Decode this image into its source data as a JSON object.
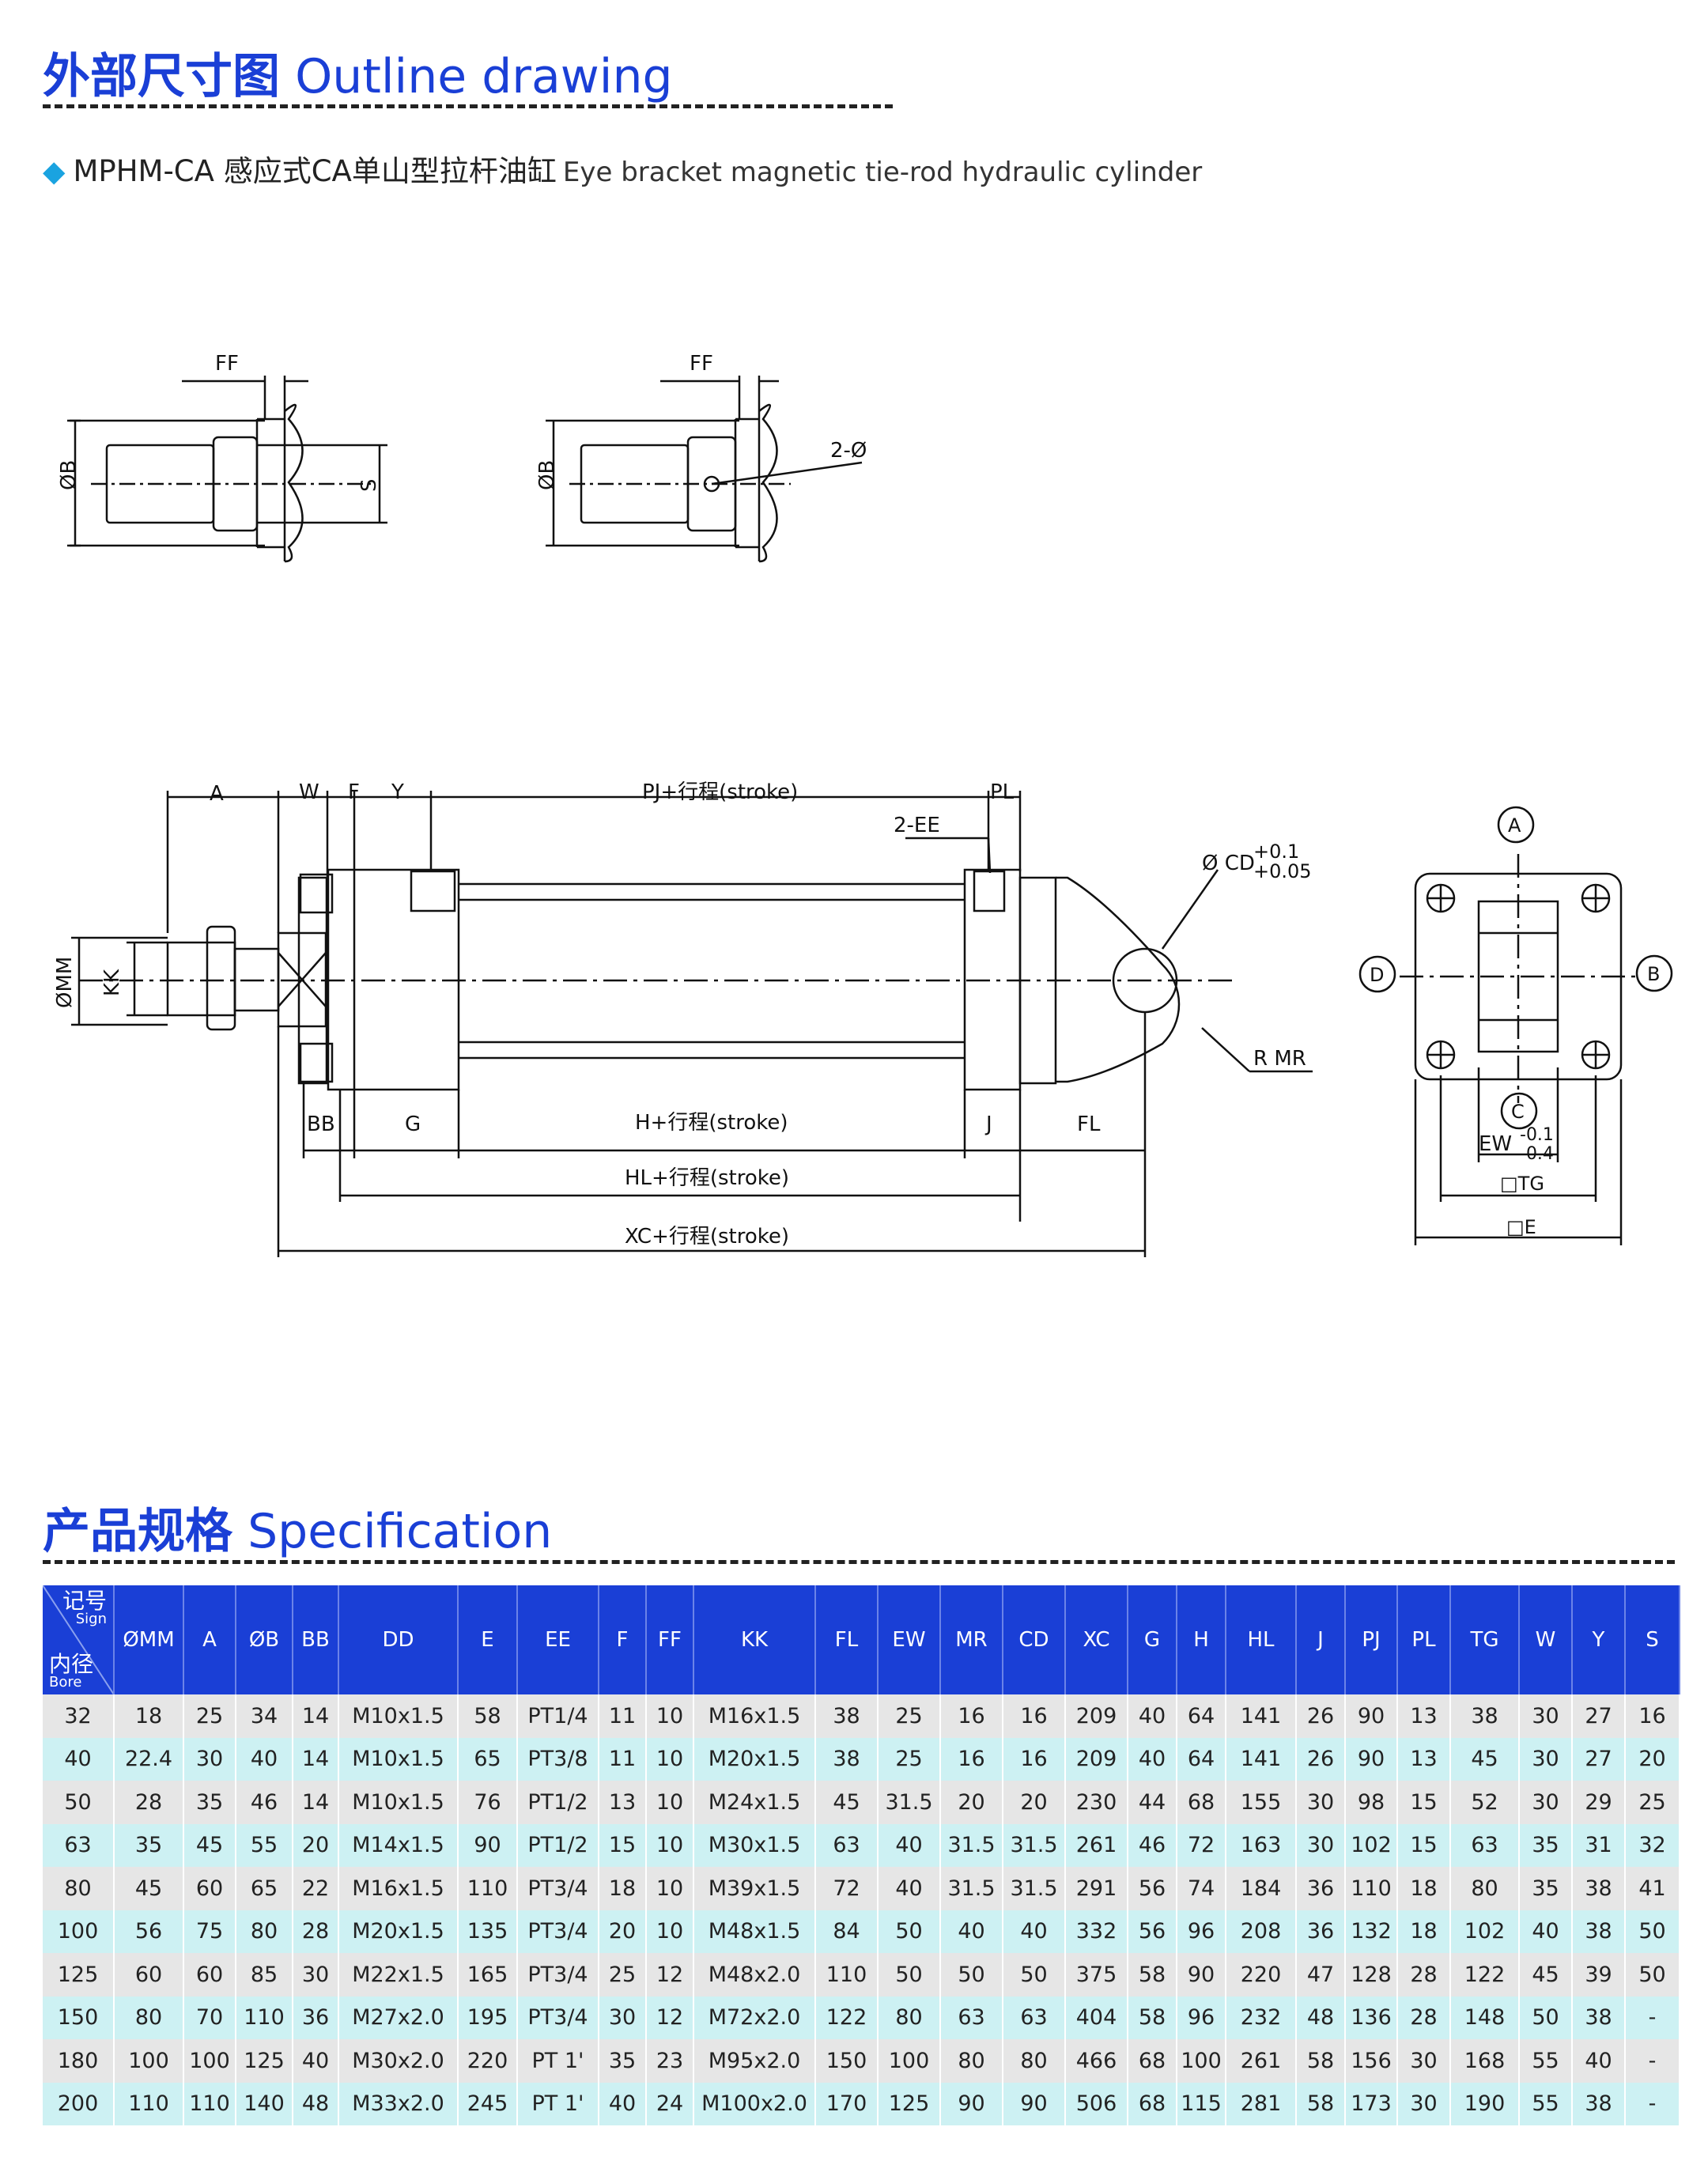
{
  "outline": {
    "title_cn": "外部尺寸图",
    "title_en": "Outline drawing",
    "subtitle_model": "MPHM-CA 感应式CA单山型拉杆油缸",
    "subtitle_en": "Eye bracket magnetic tie-rod hydraulic cylinder",
    "bullet_icon": "diamond-bullet-icon"
  },
  "drawing": {
    "labels": {
      "ff1": "FF",
      "ff2": "FF",
      "b1": "ØB",
      "b2": "ØB",
      "s": "S",
      "two_phi": "2-Ø",
      "a": "A",
      "w": "W",
      "f": "F",
      "y": "Y",
      "pj": "PJ+行程(stroke)",
      "pl": "PL",
      "two_ee": "2-EE",
      "cd": "Ø CD",
      "cd_tol_upper": "+0.1",
      "cd_tol_lower": "+0.05",
      "mm": "ØMM",
      "kk": "KK",
      "rmr": "R MR",
      "bb": "BB",
      "g": "G",
      "h": "H+行程(stroke)",
      "j": "J",
      "fl": "FL",
      "hl": "HL+行程(stroke)",
      "xc": "XC+行程(stroke)",
      "circle_a": "A",
      "circle_b": "B",
      "circle_c": "C",
      "circle_d": "D",
      "ew": "EW",
      "ew_tol_upper": "-0.1",
      "ew_tol_lower": "-0.4",
      "tg": "□TG",
      "e": "□E"
    }
  },
  "spec": {
    "title_cn": "产品规格",
    "title_en": "Specification",
    "corner": {
      "sign_cn": "记号",
      "sign_en": "Sign",
      "bore_cn": "内径",
      "bore_en": "Bore"
    },
    "columns": [
      "ØMM",
      "A",
      "ØB",
      "BB",
      "DD",
      "E",
      "EE",
      "F",
      "FF",
      "KK",
      "FL",
      "EW",
      "MR",
      "CD",
      "XC",
      "G",
      "H",
      "HL",
      "J",
      "PJ",
      "PL",
      "TG",
      "W",
      "Y",
      "S"
    ],
    "rows": [
      [
        "32",
        "18",
        "25",
        "34",
        "14",
        "M10x1.5",
        "58",
        "PT1/4",
        "11",
        "10",
        "M16x1.5",
        "38",
        "25",
        "16",
        "16",
        "209",
        "40",
        "64",
        "141",
        "26",
        "90",
        "13",
        "38",
        "30",
        "27",
        "16"
      ],
      [
        "40",
        "22.4",
        "30",
        "40",
        "14",
        "M10x1.5",
        "65",
        "PT3/8",
        "11",
        "10",
        "M20x1.5",
        "38",
        "25",
        "16",
        "16",
        "209",
        "40",
        "64",
        "141",
        "26",
        "90",
        "13",
        "45",
        "30",
        "27",
        "20"
      ],
      [
        "50",
        "28",
        "35",
        "46",
        "14",
        "M10x1.5",
        "76",
        "PT1/2",
        "13",
        "10",
        "M24x1.5",
        "45",
        "31.5",
        "20",
        "20",
        "230",
        "44",
        "68",
        "155",
        "30",
        "98",
        "15",
        "52",
        "30",
        "29",
        "25"
      ],
      [
        "63",
        "35",
        "45",
        "55",
        "20",
        "M14x1.5",
        "90",
        "PT1/2",
        "15",
        "10",
        "M30x1.5",
        "63",
        "40",
        "31.5",
        "31.5",
        "261",
        "46",
        "72",
        "163",
        "30",
        "102",
        "15",
        "63",
        "35",
        "31",
        "32"
      ],
      [
        "80",
        "45",
        "60",
        "65",
        "22",
        "M16x1.5",
        "110",
        "PT3/4",
        "18",
        "10",
        "M39x1.5",
        "72",
        "40",
        "31.5",
        "31.5",
        "291",
        "56",
        "74",
        "184",
        "36",
        "110",
        "18",
        "80",
        "35",
        "38",
        "41"
      ],
      [
        "100",
        "56",
        "75",
        "80",
        "28",
        "M20x1.5",
        "135",
        "PT3/4",
        "20",
        "10",
        "M48x1.5",
        "84",
        "50",
        "40",
        "40",
        "332",
        "56",
        "96",
        "208",
        "36",
        "132",
        "18",
        "102",
        "40",
        "38",
        "50"
      ],
      [
        "125",
        "60",
        "60",
        "85",
        "30",
        "M22x1.5",
        "165",
        "PT3/4",
        "25",
        "12",
        "M48x2.0",
        "110",
        "50",
        "50",
        "50",
        "375",
        "58",
        "90",
        "220",
        "47",
        "128",
        "28",
        "122",
        "45",
        "39",
        "50"
      ],
      [
        "150",
        "80",
        "70",
        "110",
        "36",
        "M27x2.0",
        "195",
        "PT3/4",
        "30",
        "12",
        "M72x2.0",
        "122",
        "80",
        "63",
        "63",
        "404",
        "58",
        "96",
        "232",
        "48",
        "136",
        "28",
        "148",
        "50",
        "38",
        "-"
      ],
      [
        "180",
        "100",
        "100",
        "125",
        "40",
        "M30x2.0",
        "220",
        "PT 1'",
        "35",
        "23",
        "M95x2.0",
        "150",
        "100",
        "80",
        "80",
        "466",
        "68",
        "100",
        "261",
        "58",
        "156",
        "30",
        "168",
        "55",
        "40",
        "-"
      ],
      [
        "200",
        "110",
        "110",
        "140",
        "48",
        "M33x2.0",
        "245",
        "PT 1'",
        "40",
        "24",
        "M100x2.0",
        "170",
        "125",
        "90",
        "90",
        "506",
        "68",
        "115",
        "281",
        "58",
        "173",
        "30",
        "190",
        "55",
        "38",
        "-"
      ]
    ]
  }
}
